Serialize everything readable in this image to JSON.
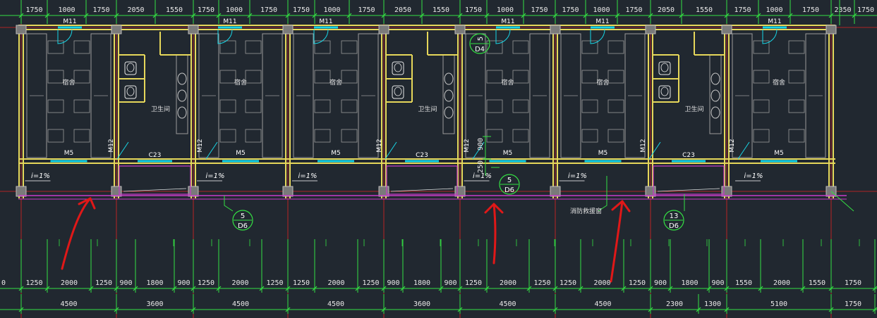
{
  "top_dims": [
    "1750",
    "1000",
    "1750",
    "2050",
    "1550",
    "1750",
    "1000",
    "1750",
    "1750",
    "1000",
    "1750",
    "2050",
    "1550",
    "1750",
    "1000",
    "1750",
    "1750",
    "1000",
    "1750",
    "2050",
    "1550",
    "1750",
    "1000",
    "1750",
    "2350",
    "1750"
  ],
  "bottom_dims_1": [
    "1250",
    "2000",
    "1250",
    "900",
    "1800",
    "900",
    "1250",
    "2000",
    "1250",
    "1250",
    "2000",
    "1250",
    "900",
    "1800",
    "900",
    "1250",
    "2000",
    "1250",
    "1250",
    "2000",
    "1250",
    "900",
    "1800",
    "900",
    "1550",
    "2000",
    "1550",
    "1750"
  ],
  "bottom_dims_2": [
    "4500",
    "3600",
    "4500",
    "4500",
    "3600",
    "4500",
    "4500",
    "2300",
    "1300",
    "5100",
    "1750"
  ],
  "door_top": "M11",
  "door_bottom": "M5",
  "door_side": "M12",
  "window_mid": "C23",
  "room_dorm": "宿舍",
  "room_bath": "卫生间",
  "slope": "i=1%",
  "fire_window": "消防救援窗",
  "dim_900": "900",
  "dim_250": "250",
  "bubbles": [
    {
      "top": "5",
      "bottom": "D4"
    },
    {
      "top": "5",
      "bottom": "D6"
    },
    {
      "top": "5",
      "bottom": "D6"
    },
    {
      "top": "13",
      "bottom": "D6"
    }
  ],
  "colors": {
    "background": "#212830",
    "wall": "#e6d75a",
    "dimension": "#34e043",
    "axis": "#e02222",
    "magenta": "#c83cc8",
    "cyan": "#18d6e6",
    "arrow": "#e01818",
    "furniture": "#9a9a9a"
  }
}
